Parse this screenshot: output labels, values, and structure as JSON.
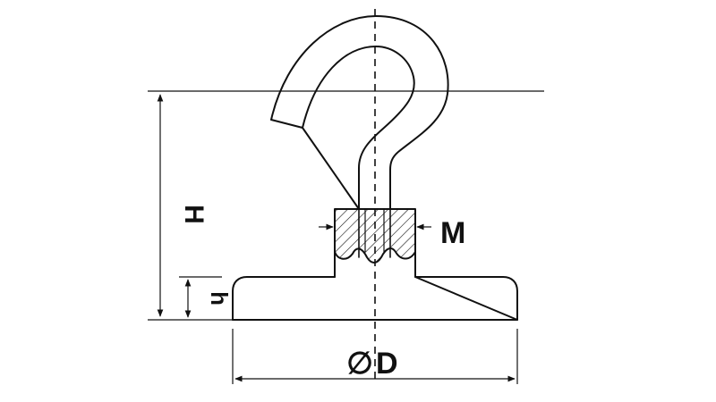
{
  "diagram": {
    "labels": {
      "height_total": "H",
      "height_base": "h",
      "thread": "M",
      "diameter_symbol": "∅",
      "diameter": "D"
    },
    "colors": {
      "line": "#111111",
      "background": "#ffffff"
    }
  }
}
